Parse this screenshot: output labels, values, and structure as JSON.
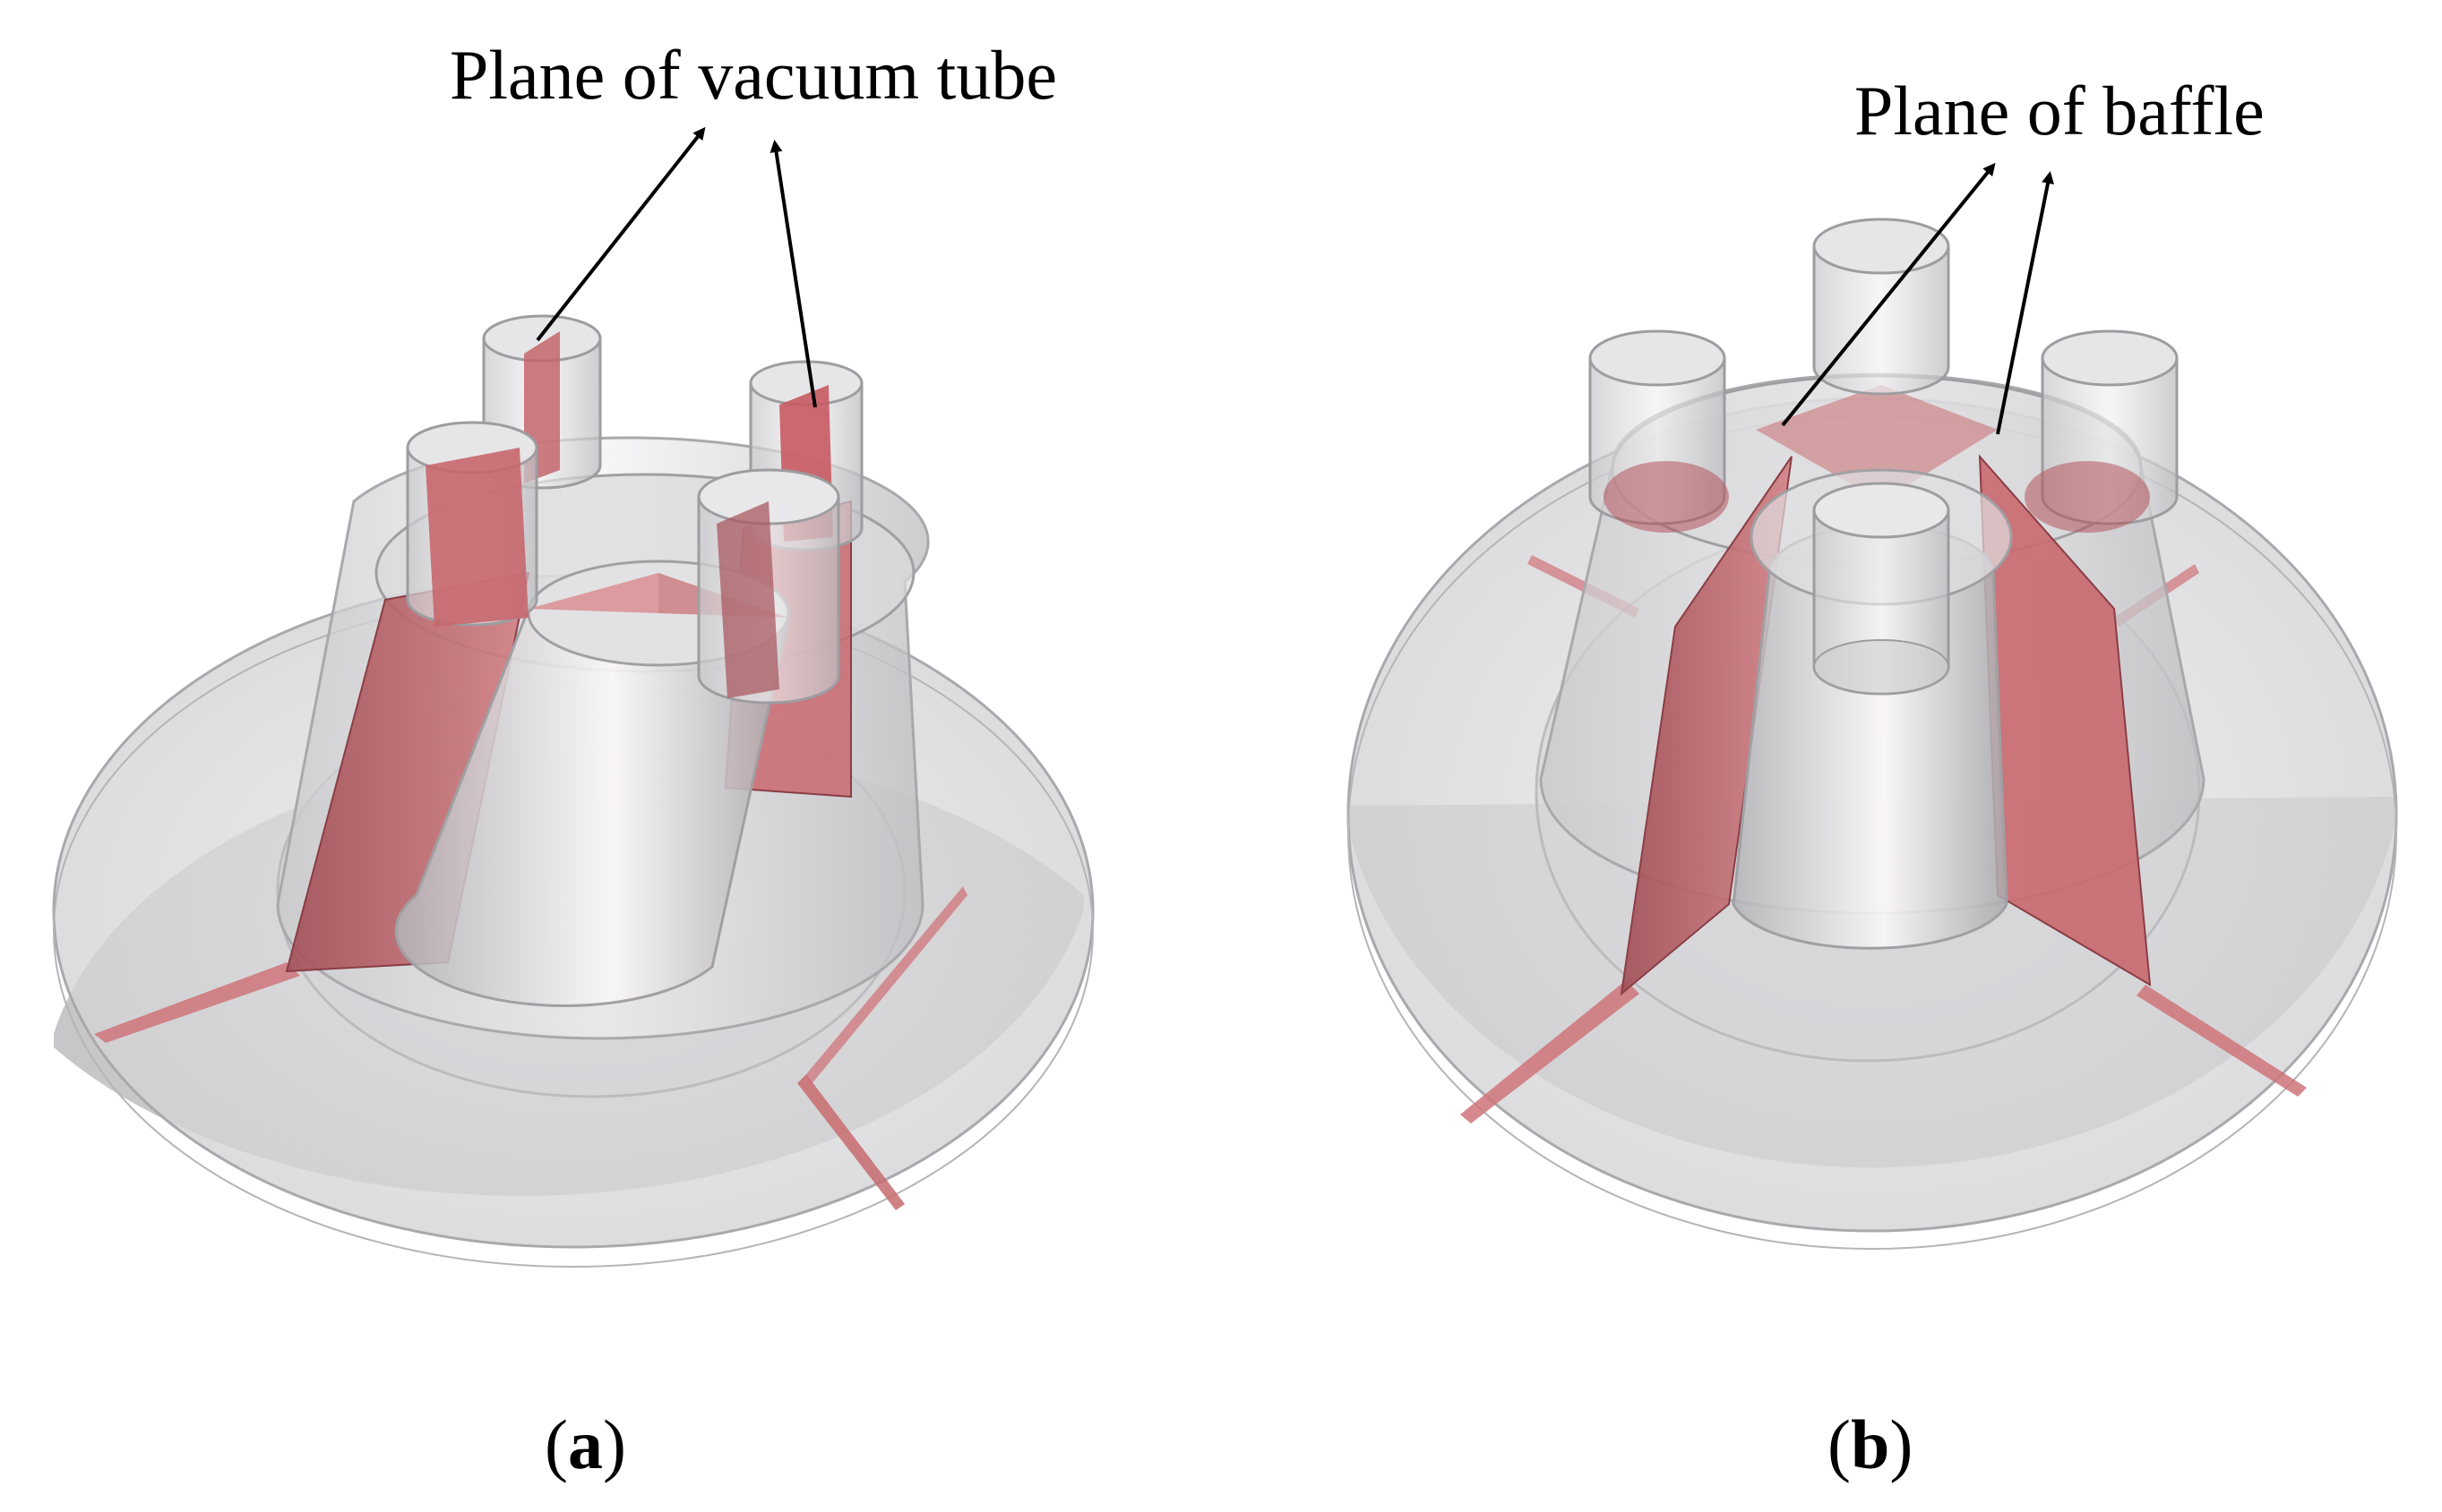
{
  "panels": [
    {
      "id": "a",
      "annotation": "Plane of vacuum tube",
      "caption_open": "(",
      "caption_letter": "a",
      "caption_close": ")"
    },
    {
      "id": "b",
      "annotation": "Plane of baffle",
      "caption_open": "(",
      "caption_letter": "b",
      "caption_close": ")"
    }
  ],
  "colors": {
    "plane_red": "#c86b6f",
    "plane_red_dark": "#9c4a50",
    "glass_fill": "#d8d8da",
    "glass_stroke": "#a9a9ad",
    "arrow": "#000000"
  }
}
